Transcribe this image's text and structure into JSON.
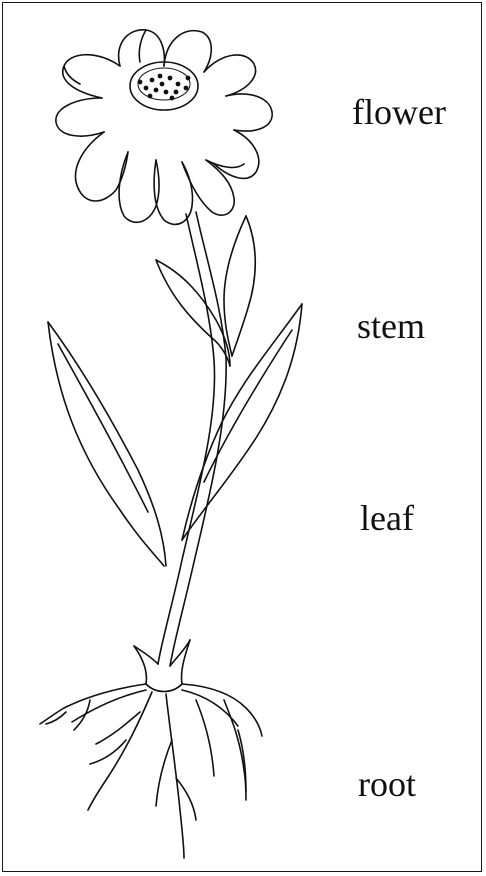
{
  "labels": {
    "flower": "flower",
    "stem": "stem",
    "leaf": "leaf",
    "root": "root"
  },
  "colors": {
    "ink": "#111111",
    "background": "#ffffff"
  }
}
